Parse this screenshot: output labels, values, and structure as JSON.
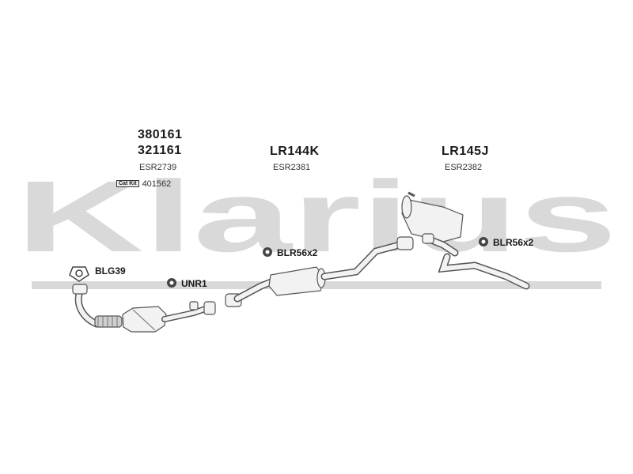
{
  "watermark": {
    "text": "Klarius",
    "color": "#d9d9d9"
  },
  "colors": {
    "pipe_fill": "#f2f2f2",
    "pipe_stroke": "#555555",
    "shadow": "#9a9a9a"
  },
  "groups": [
    {
      "part_numbers": [
        "380161",
        "321161"
      ],
      "esr": "ESR2739",
      "cat_kit": {
        "badge": "Cat Kit",
        "number": "401562"
      }
    },
    {
      "part_numbers": [
        "LR144K"
      ],
      "esr": "ESR2381"
    },
    {
      "part_numbers": [
        "LR145J"
      ],
      "esr": "ESR2382"
    }
  ],
  "accessories": [
    {
      "code": "BLG39",
      "icon": "gasket-icon"
    },
    {
      "code": "UNR1",
      "icon": "rubber-mount-icon"
    },
    {
      "code": "BLR56x2",
      "icon": "rubber-mount-icon"
    },
    {
      "code": "BLR56x2",
      "icon": "rubber-mount-icon"
    }
  ]
}
